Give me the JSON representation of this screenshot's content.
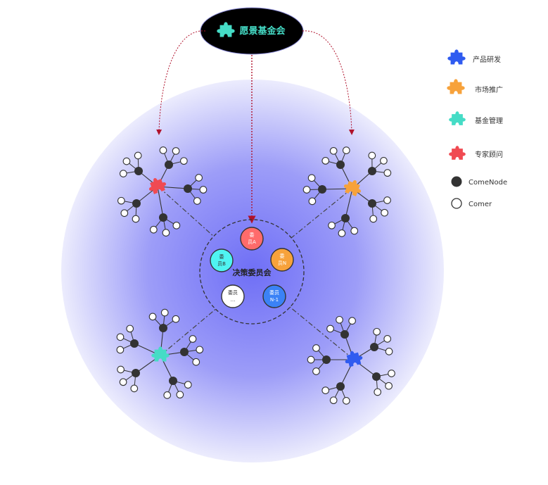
{
  "foundation": {
    "label": "愿景基金会"
  },
  "committee": {
    "label": "决策委员会",
    "members": [
      {
        "label_top": "委",
        "label_bottom": "员A",
        "color": "#ff6b6b"
      },
      {
        "label_top": "委",
        "label_bottom": "员N",
        "color": "#f7a23b"
      },
      {
        "label_top": "委",
        "label_bottom": "员B",
        "color": "#4ff4f2"
      },
      {
        "label_top": "委员",
        "label_bottom": "N-1",
        "color": "#3b82f6"
      },
      {
        "label_top": "委员",
        "label_bottom": "...",
        "color": "#ffffff"
      }
    ]
  },
  "legend": [
    {
      "label": "产品研发",
      "icon": "puzzle-icon",
      "color": "#2f5bf0"
    },
    {
      "label": "市场推广",
      "icon": "puzzle-icon",
      "color": "#f7a23b"
    },
    {
      "label": "基金管理",
      "icon": "puzzle-icon",
      "color": "#45dcc6"
    },
    {
      "label": "专家顾问",
      "icon": "puzzle-icon",
      "color": "#f04a52"
    },
    {
      "label": "ComeNode",
      "icon": "filled-circle-icon",
      "color": "#333333"
    },
    {
      "label": "Comer",
      "icon": "hollow-circle-icon",
      "color": "#333333"
    }
  ],
  "colors": {
    "foundation_bg": "#000000",
    "foundation_text": "#45dcc6",
    "arrow": "#b0122c",
    "halo_center": "#6f6ff6",
    "halo_edge": "#ececfd"
  }
}
